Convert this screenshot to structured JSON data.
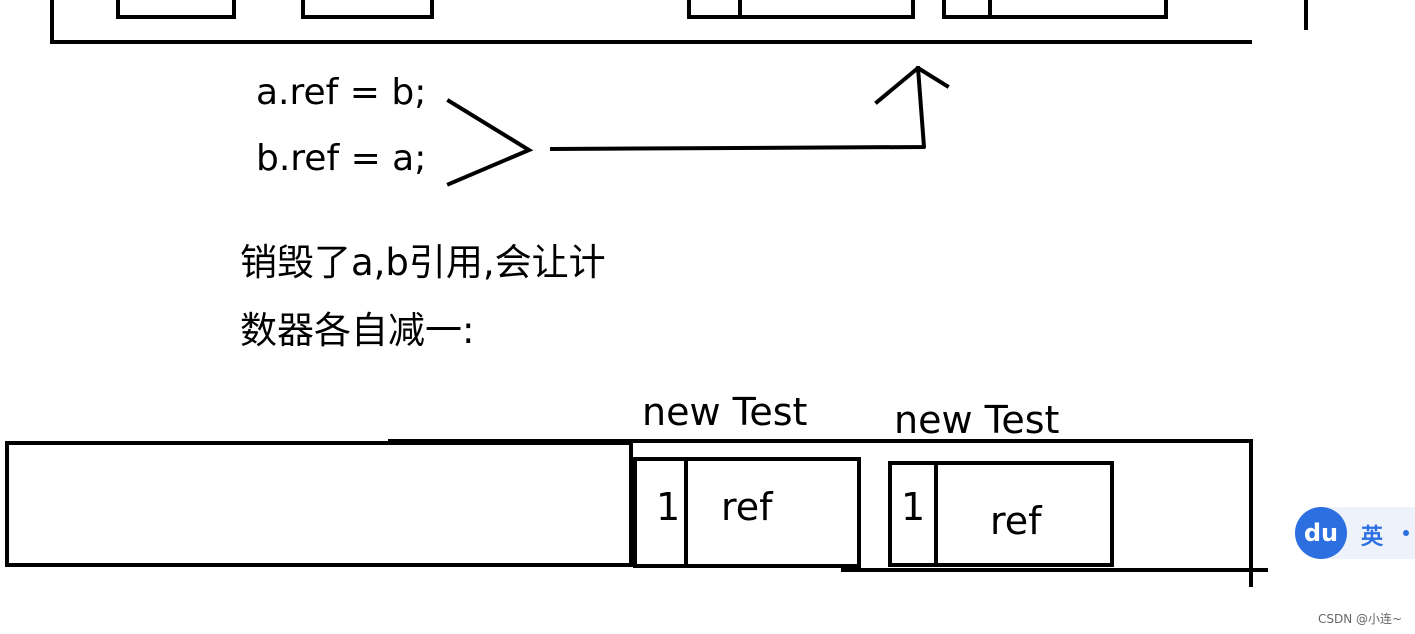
{
  "code": {
    "line1": "a.ref = b;",
    "line2": "b.ref = a;"
  },
  "note": {
    "line1": "销毁了a,b引用,会让计",
    "line2": "数器各自减一:"
  },
  "objects": [
    {
      "label": "new Test",
      "count": "1",
      "field": "ref"
    },
    {
      "label": "new Test",
      "count": "1",
      "field": "ref"
    }
  ],
  "ime": {
    "logo": "du",
    "language": "英"
  },
  "watermark": "CSDN @小连~",
  "colors": {
    "stroke": "#000000",
    "ime_accent": "#2c6fe0"
  }
}
